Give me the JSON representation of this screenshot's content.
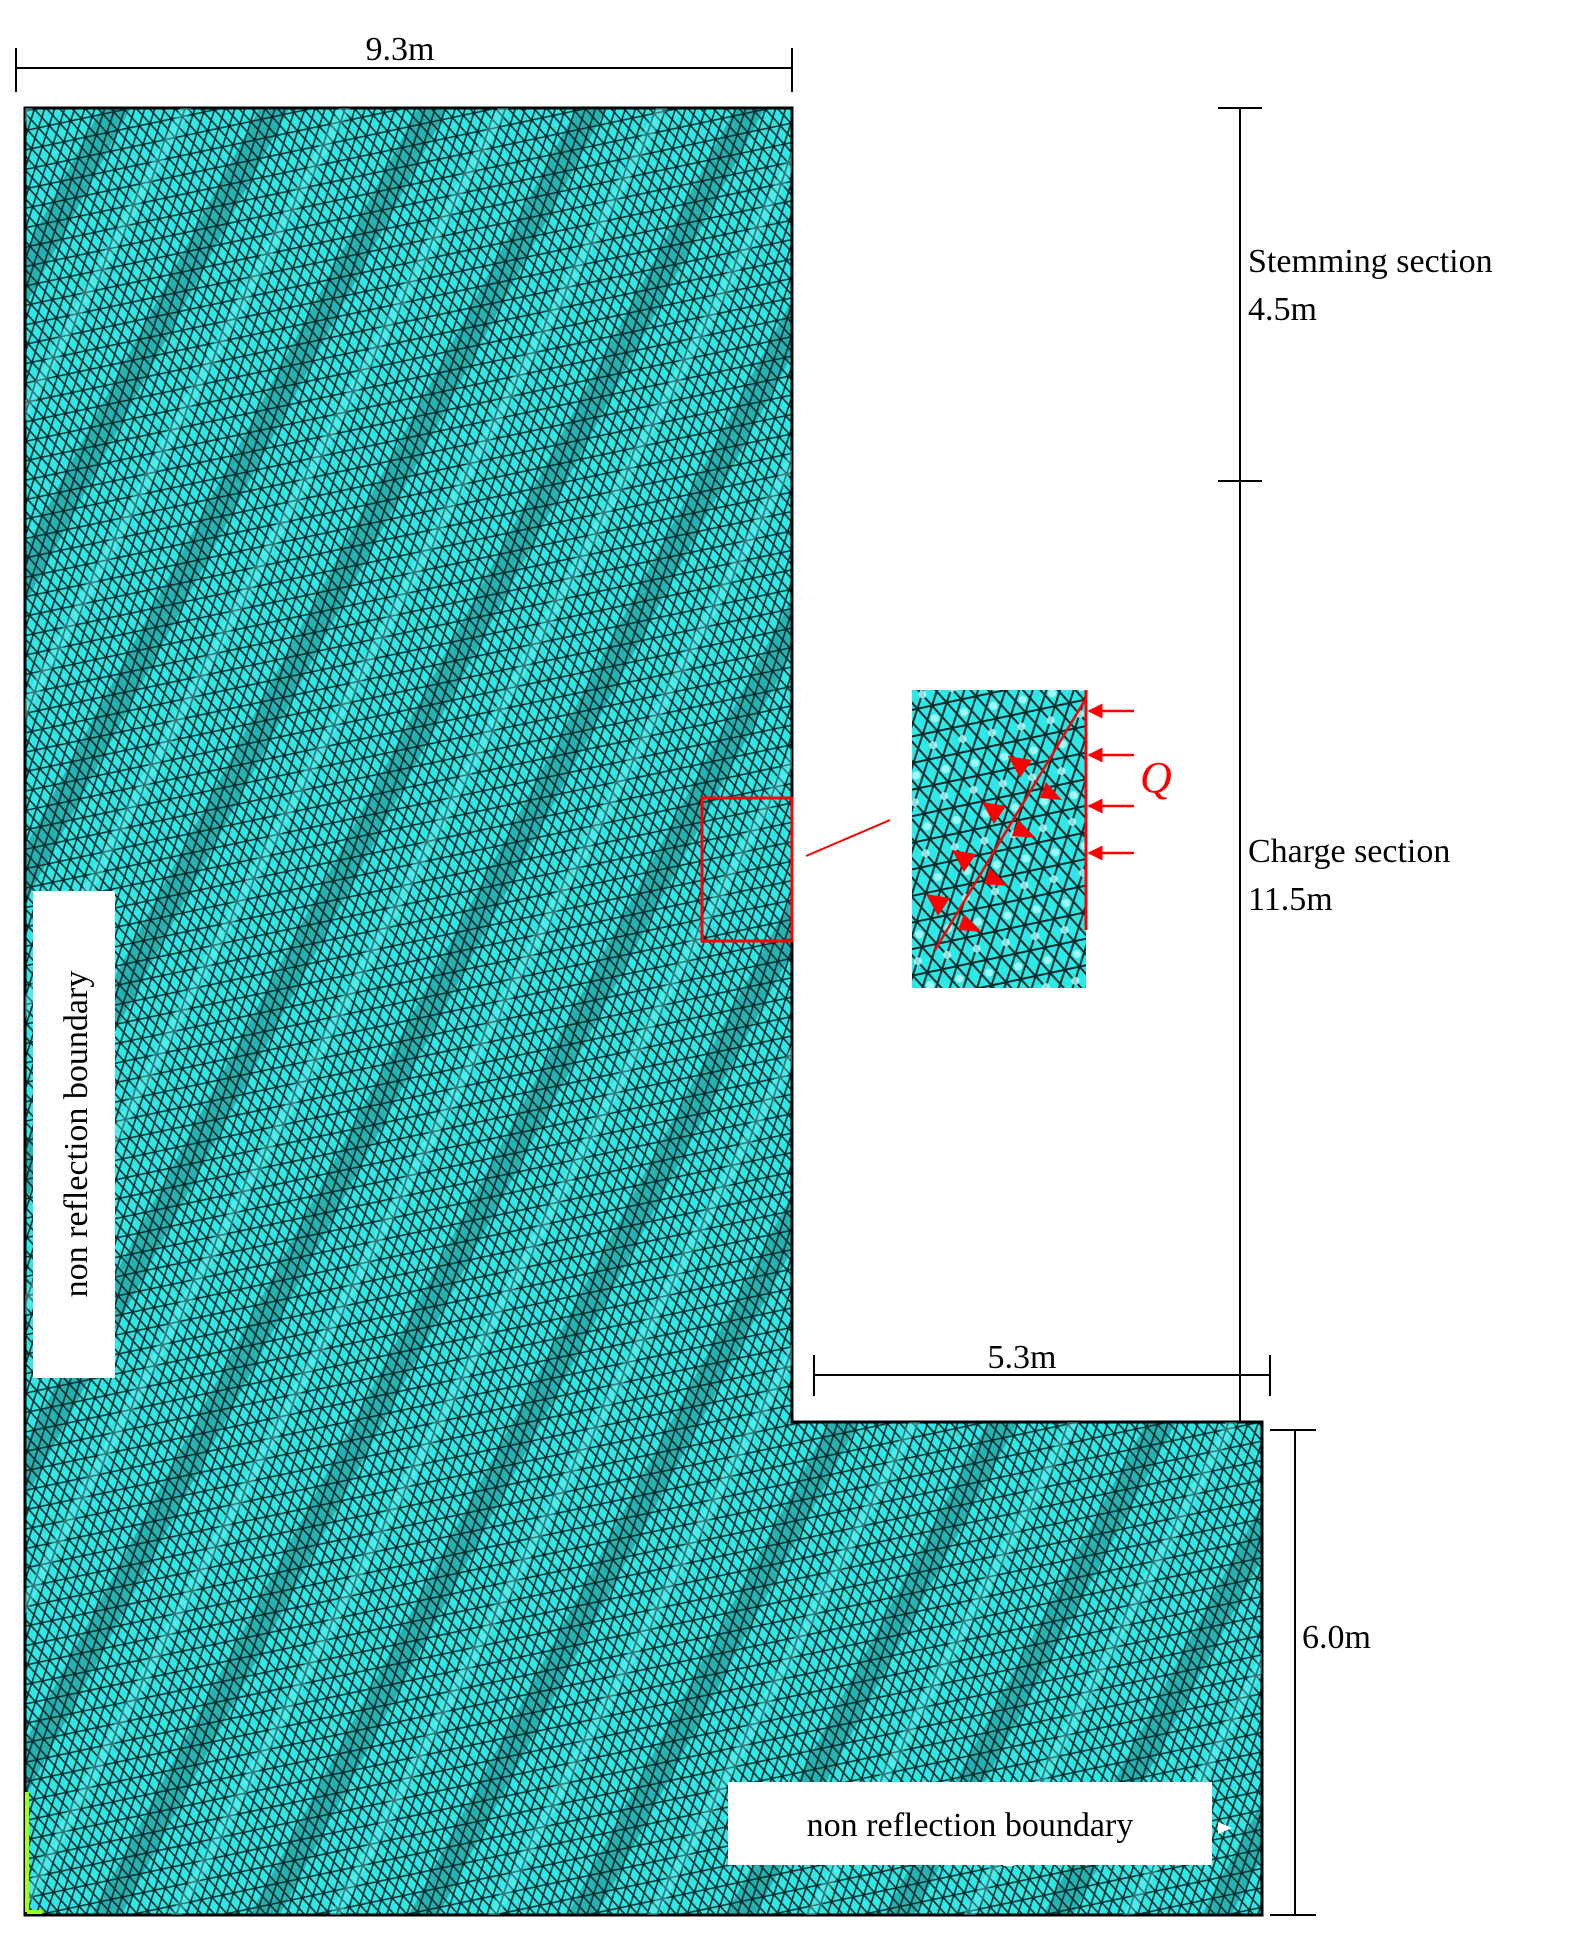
{
  "dimensions": {
    "top_width": "9.3m",
    "step_width": "5.3m",
    "bottom_height": "6.0m"
  },
  "sections": {
    "stemming": {
      "name": "Stemming section",
      "length": "4.5m"
    },
    "charge": {
      "name": "Charge section",
      "length": "11.5m"
    }
  },
  "boundaries": {
    "left_label": "non reflection boundary",
    "bottom_label": "non reflection boundary"
  },
  "load_label": "Q",
  "colors": {
    "mesh_fill": "#2ee8e8",
    "mesh_line": "#0a2a2a",
    "load": "#ff0000",
    "outline": "#000000"
  }
}
